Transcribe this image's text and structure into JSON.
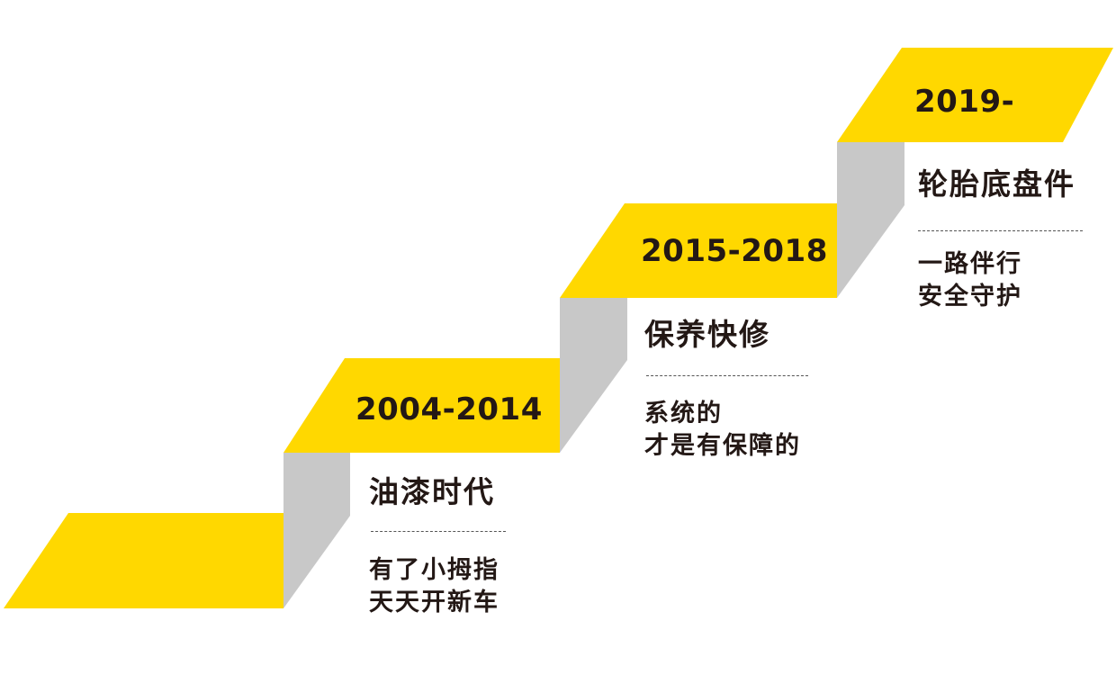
{
  "colors": {
    "step_top": "#FFD800",
    "step_riser": "#C8C8C8",
    "text": "#231815"
  },
  "steps": [
    {
      "year": "",
      "title": "",
      "lines": []
    },
    {
      "year": "2004-2014",
      "title": "油漆时代",
      "lines": [
        "有了小拇指",
        "天天开新车"
      ]
    },
    {
      "year": "2015-2018",
      "title": "保养快修",
      "lines": [
        "系统的",
        "才是有保障的"
      ]
    },
    {
      "year": "2019-",
      "title": "轮胎底盘件",
      "lines": [
        "一路伴行",
        "安全守护"
      ]
    }
  ]
}
